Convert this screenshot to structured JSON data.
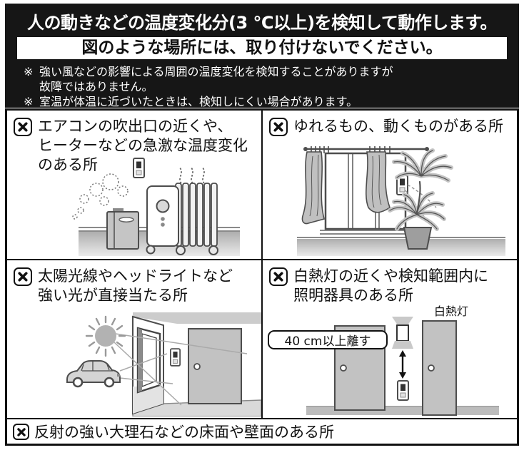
{
  "header": {
    "title": "人の動きなどの温度変化分(3 ℃以上)を検知して動作します。",
    "subtitle": "図のような場所には、取り付けないでください。",
    "note_marker": "※",
    "notes": [
      "強い風などの影響による周囲の温度変化を検知することがありますが\n故障ではありません。",
      "室温が体温に近づいたときは、検知しにくい場合があります。"
    ]
  },
  "cells": {
    "aircon": {
      "label": "エアコンの吹出口の近くや、\nヒーターなどの急激な温度変化\nのある所"
    },
    "moving": {
      "label": "ゆれるもの、動くものがある所"
    },
    "light": {
      "label": "太陽光線やヘッドライトなど\n強い光が直接当たる所"
    },
    "lamp": {
      "label": "白熱灯の近くや検知範囲内に\n照明器具のある所",
      "lamp_label": "白熱灯",
      "distance_note": "40 cm以上離す"
    }
  },
  "footer": {
    "label": "反射の強い大理石などの床面や壁面のある所"
  },
  "icons": {
    "prohibited": "x-in-rounded-square"
  },
  "colors": {
    "header_bg": "#161616",
    "border": "#111111",
    "illustration_fill": "#c5c5c5",
    "outline": "#4d4d4d"
  }
}
